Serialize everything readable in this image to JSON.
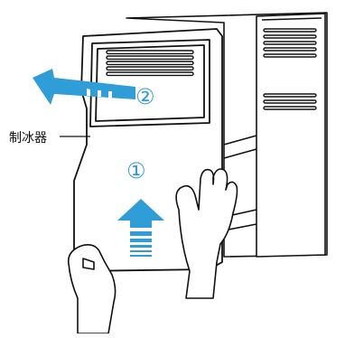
{
  "diagram": {
    "component_label": "制冰器",
    "step_up": "①",
    "step_out": "②"
  },
  "colors": {
    "line": "#111111",
    "arrow": "#2f9ed8",
    "background": "#ffffff"
  }
}
